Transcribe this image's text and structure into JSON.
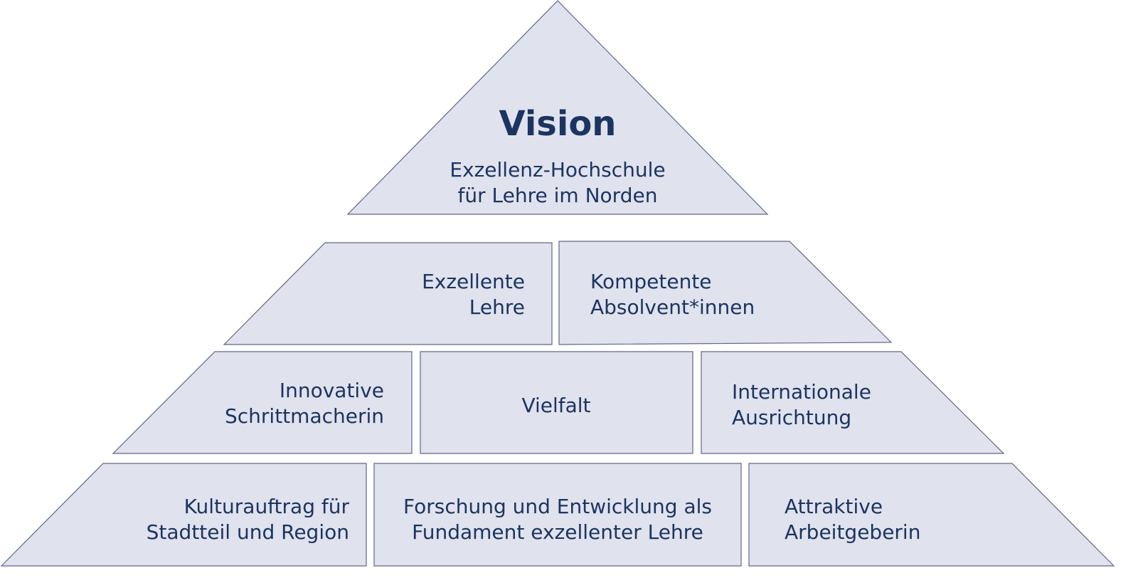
{
  "vision": {
    "title": "Vision",
    "lines": [
      "Exzellenz-Hochschule",
      "für Lehre im Norden"
    ]
  },
  "row1": [
    {
      "lines": [
        "Exzellente",
        "Lehre"
      ]
    },
    {
      "lines": [
        "Kompetente",
        "Absolvent*innen"
      ]
    }
  ],
  "row2": [
    {
      "lines": [
        "Innovative",
        "Schrittmacherin"
      ]
    },
    {
      "lines": [
        "Vielfalt"
      ]
    },
    {
      "lines": [
        "Internationale",
        "Ausrichtung"
      ]
    }
  ],
  "row3": [
    {
      "lines": [
        "Kulturauftrag für",
        "Stadtteil und Region"
      ]
    },
    {
      "lines": [
        "Forschung und Entwicklung als",
        "Fundament exzellenter Lehre"
      ]
    },
    {
      "lines": [
        "Attraktive",
        "Arbeitgeberin"
      ]
    }
  ]
}
